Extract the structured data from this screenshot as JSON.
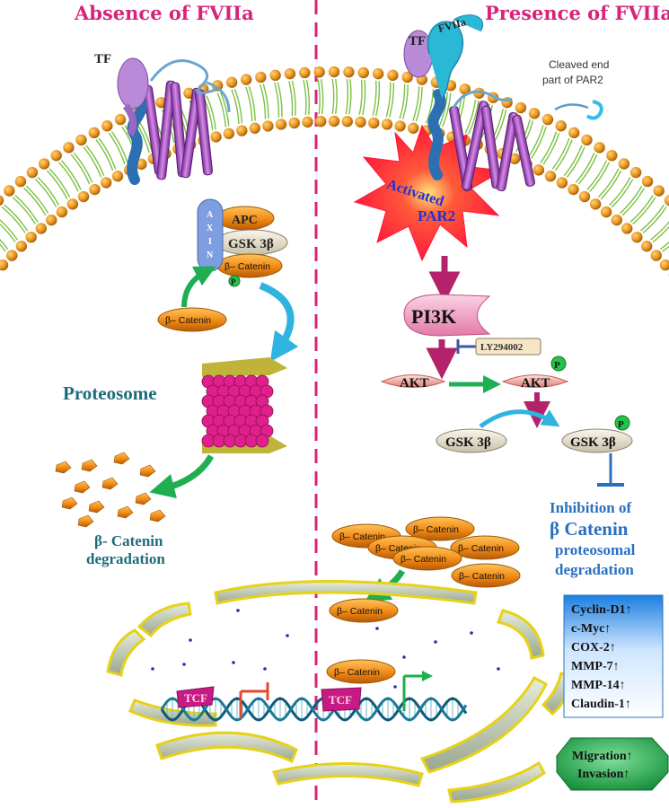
{
  "titles": {
    "left": "Absence of FVIIa",
    "right": "Presence of FVIIa"
  },
  "membrane_labels": {
    "tf_left": "TF",
    "tf_right": "TF",
    "fviia": "FVIIa",
    "cleaved_line1": "Cleaved end",
    "cleaved_line2": "part of PAR2",
    "activated_line1": "Activated",
    "activated_line2": "PAR2"
  },
  "destruction_complex": {
    "axin": [
      "A",
      "X",
      "I",
      "N"
    ],
    "apc": "APC",
    "gsk": "GSK 3β",
    "catenin": "β– Catenin",
    "phospho": "P",
    "free_catenin": "β– Catenin"
  },
  "proteosome": "Proteosome",
  "degradation_line1": "β- Catenin",
  "degradation_line2": "degradation",
  "pathway": {
    "pi3k": "PI3K",
    "inhibitor": "LY294002",
    "akt": "AKT",
    "akt_p": "AKT",
    "phospho": "P",
    "gsk": "GSK 3β",
    "gsk_p": "GSK 3β"
  },
  "inhibition_text": [
    "Inhibition of",
    "β Catenin",
    "proteosomal",
    "degradation"
  ],
  "catenin_cluster": [
    "β– Catenin",
    "β– Catenin",
    "β– Catenin",
    "β– Catenin",
    "β– Catenin",
    "β– Catenin"
  ],
  "nucleus": {
    "catenin_entering": "β– Catenin",
    "catenin_bound": "β– Catenin",
    "tcf_left": "TCF",
    "tcf_right": "TCF"
  },
  "target_genes": [
    "Cyclin-D1↑",
    "c-Myc↑",
    "COX-2↑",
    "MMP-7↑",
    "MMP-14↑",
    "Claudin-1↑"
  ],
  "outcomes": [
    "Migration↑",
    "Invasion↑"
  ],
  "colors": {
    "title": "#d6247a",
    "catenin": "#f08a16",
    "membrane_head": "#e8931c",
    "lipid_tail": "#7bc142",
    "receptor": "#b64fd0",
    "pi3k": "#f0a9c7",
    "akt": "#f2b9b2",
    "gene_box": "#3a8fe0",
    "outcome_box": "#1ea64a"
  }
}
